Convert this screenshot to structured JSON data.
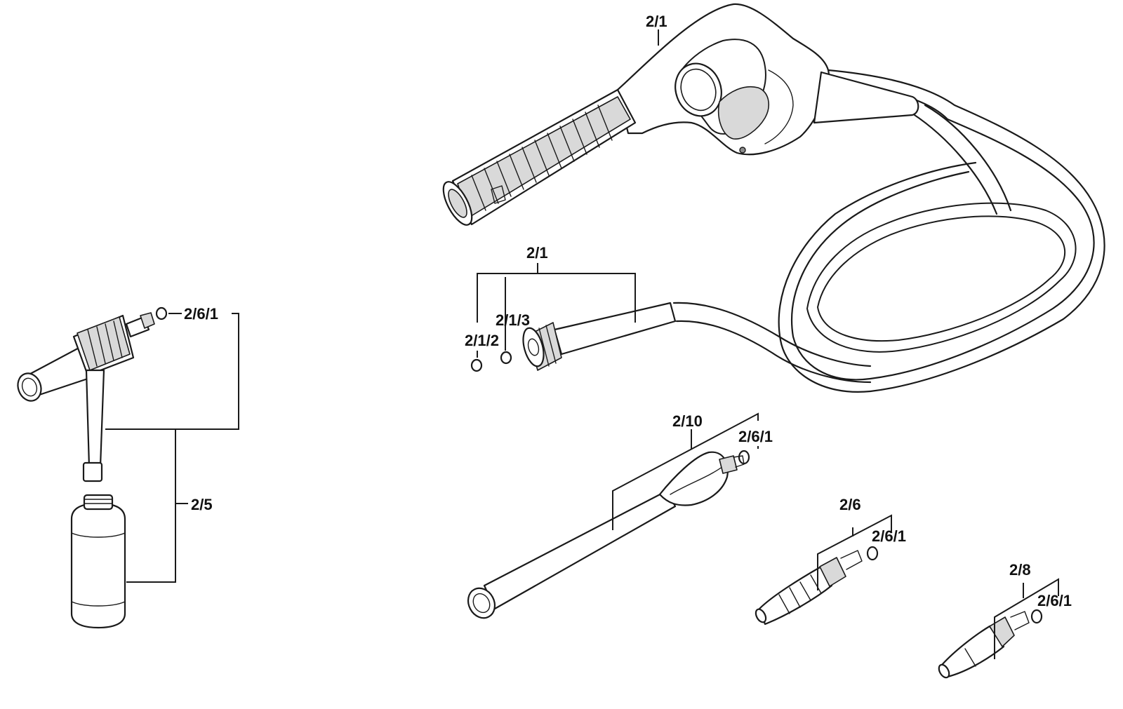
{
  "labels": {
    "gun_top": "2/1",
    "hose_group": "2/1",
    "hose_oring_a": "2/1/3",
    "hose_oring_b": "2/1/2",
    "lance": "2/10",
    "lance_oring": "2/6/1",
    "nozzle_a": "2/6",
    "nozzle_a_oring": "2/6/1",
    "nozzle_b": "2/8",
    "nozzle_b_oring": "2/6/1",
    "foam_oring": "2/6/1",
    "foam_set": "2/5"
  },
  "colors": {
    "line": "#1a1a1a",
    "background": "#ffffff",
    "shade": "#d9d9d9"
  }
}
